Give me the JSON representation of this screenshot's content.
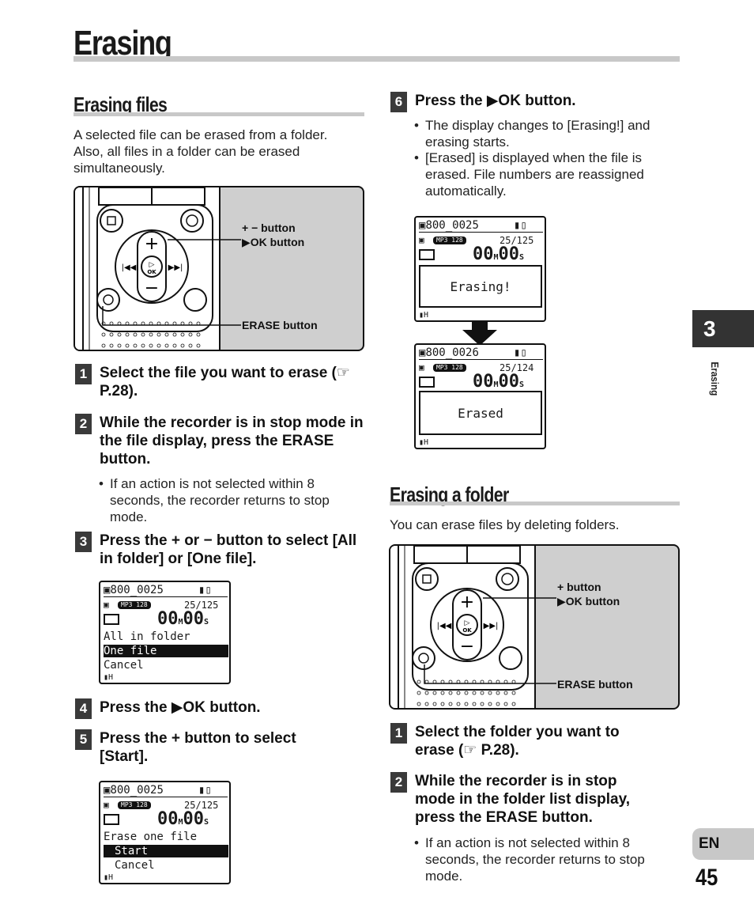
{
  "page_title": "Erasing",
  "left": {
    "section_title": "Erasing files",
    "intro": "A selected file can be erased from a folder. Also, all files in a folder can be erased simultaneously.",
    "figure_labels": {
      "plus_minus": "+ − button",
      "ok": "▶OK button",
      "erase": "ERASE button"
    },
    "steps": [
      {
        "num": "1",
        "text": "Select the file you want to erase (☞ P.28)."
      },
      {
        "num": "2",
        "text": "While the recorder is in stop mode in the file display, press the ERASE button.",
        "bullet": "If an action is not selected within 8 seconds, the recorder returns to stop mode."
      },
      {
        "num": "3",
        "text": "Press the + or − button to select [All in folder] or [One file]."
      },
      {
        "num": "4",
        "text": "Press the ▶OK button."
      },
      {
        "num": "5",
        "text": "Press the + button to select [Start]."
      }
    ],
    "screen1": {
      "file": "800_0025",
      "format": "MP3 128",
      "count": "25/125",
      "time_min": "00",
      "time_sec": "00",
      "menu": [
        "All in folder",
        "One file",
        "Cancel"
      ]
    },
    "screen2": {
      "file": "800_0025",
      "format": "MP3 128",
      "count": "25/125",
      "time_min": "00",
      "time_sec": "00",
      "menu": [
        "Erase one file",
        "Start",
        "Cancel"
      ]
    }
  },
  "right": {
    "step6": {
      "num": "6",
      "text": "Press the ▶OK button."
    },
    "step6_bullets": [
      "The display changes to [Erasing!] and erasing starts.",
      "[Erased] is displayed when the file is erased. File numbers are reassigned automatically."
    ],
    "screen3": {
      "file": "800_0025",
      "format": "MP3 128",
      "count": "25/125",
      "time_min": "00",
      "time_sec": "00",
      "message": "Erasing!"
    },
    "screen4": {
      "file": "800_0026",
      "format": "MP3 128",
      "count": "25/124",
      "time_min": "00",
      "time_sec": "00",
      "message": "Erased"
    },
    "section_title": "Erasing a folder",
    "intro": "You can erase files by deleting folders.",
    "figure_labels": {
      "plus": "+ button",
      "ok": "▶OK button",
      "erase": "ERASE button"
    },
    "steps": [
      {
        "num": "1",
        "text": "Select the folder you want to erase (☞ P.28)."
      },
      {
        "num": "2",
        "text": "While the recorder is in stop mode in the folder list display, press the ERASE button.",
        "bullet": "If an action is not selected within 8 seconds, the recorder returns to stop mode."
      }
    ]
  },
  "side": {
    "chapter_num": "3",
    "chapter_label": "Erasing",
    "lang": "EN",
    "page_num": "45"
  }
}
